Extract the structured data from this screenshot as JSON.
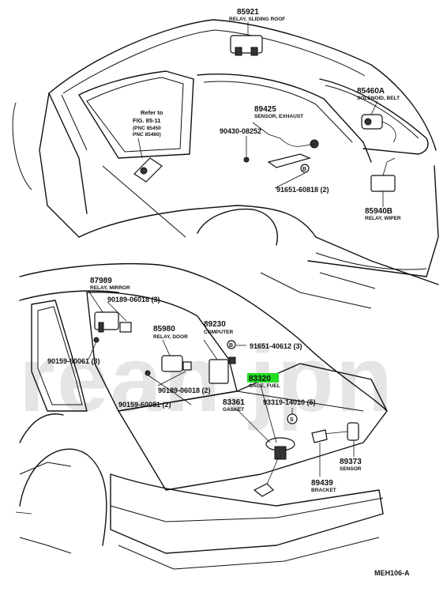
{
  "watermark": "rean.jpn",
  "diagram_code": "MEH106-A",
  "highlight_color": "#22dd22",
  "parts": {
    "relay_sliding_roof": {
      "number": "85921",
      "desc": "RELAY, SLIDING ROOF"
    },
    "solenoid_belt": {
      "number": "85460A",
      "desc": "SOLENOID, BELT"
    },
    "sensor_exhaust": {
      "number": "89425",
      "desc": "SENSOR, EXHAUST"
    },
    "screw_upper": {
      "number": "90430-08252"
    },
    "clip_upper": {
      "number": "91651-60818 (2)"
    },
    "relay_wiper": {
      "number": "85940B",
      "desc": "RELAY, WIPER"
    },
    "refer": {
      "line1": "Refer to",
      "line2": "FIG. 85-11",
      "line3": "(PNC 85450",
      "line4": "PNC 85460)"
    },
    "relay_mirror": {
      "number": "87989",
      "desc": "RELAY, MIRROR"
    },
    "bolt_mirror": {
      "number": "90189-06018 (3)"
    },
    "relay_door": {
      "number": "85980",
      "desc": "RELAY, DOOR"
    },
    "computer": {
      "number": "89230",
      "desc": "COMPUTER"
    },
    "bolt_computer": {
      "number": "91651-40612 (3)"
    },
    "clip_left_a": {
      "number": "90159-60061 (3)"
    },
    "bolt_door": {
      "number": "90189-06018 (2)"
    },
    "gage_fuel": {
      "number": "83320",
      "desc": "GAGE, FUEL"
    },
    "clip_left_b": {
      "number": "90159-60081 (2)"
    },
    "gasket": {
      "number": "83361",
      "desc": "GASKET"
    },
    "screw_gage": {
      "number": "93319-14010 (5)"
    },
    "sensor": {
      "number": "89373",
      "desc": "SENSOR"
    },
    "bracket": {
      "number": "89439",
      "desc": "BRACKET"
    }
  },
  "callouts": {
    "B": "B",
    "S": "S"
  }
}
